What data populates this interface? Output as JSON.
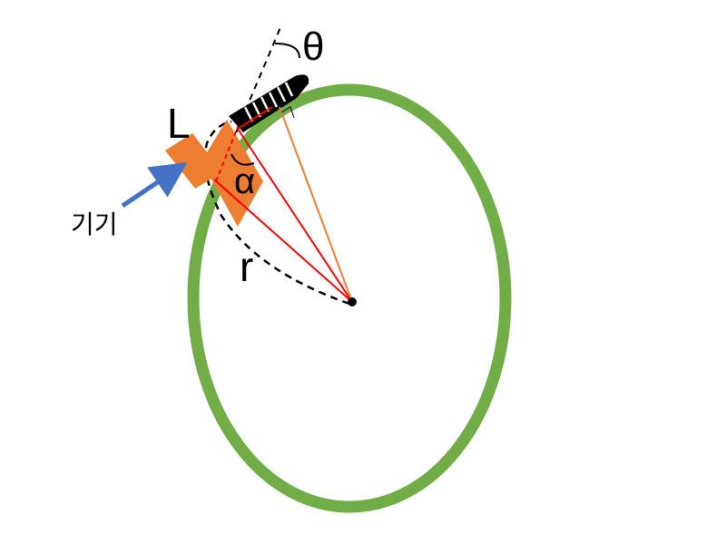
{
  "labels": {
    "length": "L",
    "angle_theta": "θ",
    "angle_alpha": "α",
    "radius": "r",
    "device": "기기"
  },
  "colors": {
    "circle": "#70ad47",
    "device": "#ed7d31",
    "arrow": "#4472c4",
    "red_lines": "#ff0000",
    "orange_line": "#ed7d31",
    "black": "#000000"
  },
  "icons": {
    "device": "orange-rectangle-device",
    "arrow": "blue-arrow",
    "sensor": "black-striped-probe"
  }
}
